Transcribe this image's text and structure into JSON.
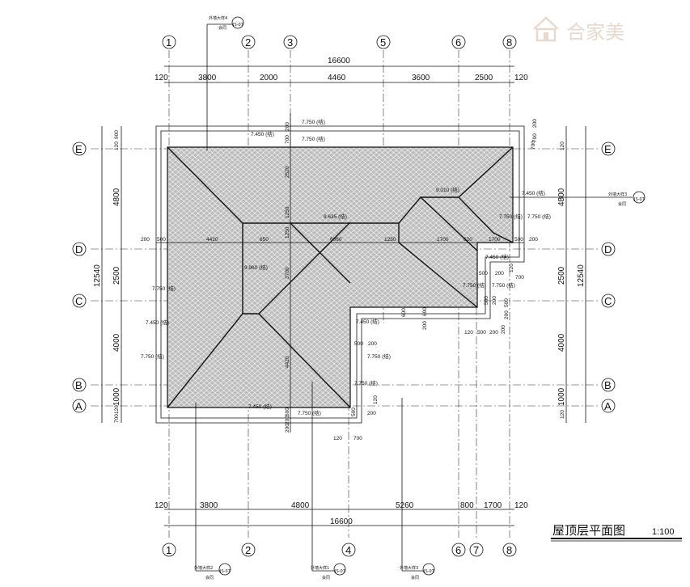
{
  "brand": {
    "name": "合家美"
  },
  "drawing": {
    "title": "屋顶层平面图",
    "scale": "1:100"
  },
  "axes": {
    "top_cols": [
      "1",
      "2",
      "3",
      "5",
      "6",
      "8"
    ],
    "bottom_cols": [
      "1",
      "2",
      "4",
      "6",
      "7",
      "8"
    ],
    "rows": [
      "E",
      "D",
      "C",
      "B",
      "A"
    ]
  },
  "dims": {
    "top_total": "16600",
    "top_segments": [
      "120",
      "3800",
      "2000",
      "4460",
      "3600",
      "2500",
      "120"
    ],
    "bottom_total": "16600",
    "bottom_segments": [
      "120",
      "3800",
      "4800",
      "5260",
      "800",
      "1700",
      "120"
    ],
    "left_total": "12540",
    "left_segments": [
      "900",
      "120",
      "4800",
      "2500",
      "4000",
      "1000",
      "120",
      "700"
    ],
    "right_total": "12540",
    "right_segments": [
      "200",
      "700",
      "120",
      "4800",
      "2500",
      "4000",
      "1000",
      "120"
    ],
    "inner_d_row": [
      "200",
      "500",
      "4420",
      "650",
      "6060",
      "1250",
      "1700",
      "620",
      "1700",
      "500",
      "200"
    ],
    "center_vertical": [
      "200",
      "700",
      "2520",
      "1250",
      "1250",
      "3700",
      "4420",
      "500",
      "200"
    ],
    "misc": [
      "500",
      "200",
      "500",
      "200",
      "120",
      "700",
      "500",
      "200",
      "600",
      "200",
      "700",
      "500",
      "200",
      "120",
      "500",
      "200",
      "200",
      "120",
      "200",
      "200",
      "120",
      "500",
      "700",
      "600"
    ]
  },
  "elevations": {
    "ridge_top_1": "7.750 (结)",
    "ridge_top_2": "7.750 (结)",
    "eave_top": "7.450 (结)",
    "ridge_mid": "9.635 (结)",
    "ridge_right": "9.010 (结)",
    "ridge_left": "9.960 (结)",
    "right_1": "7.450 (结)",
    "right_2": "7.750 (结)",
    "right_3": "7.750 (结)",
    "right_4": "7.450 (结)",
    "right_5": "7.750 (结)",
    "right_6": "7.750 (结)",
    "left_1": "7.750 (结)",
    "left_2": "7.450 (结)",
    "left_3": "7.750 (结)",
    "mid_1": "7.450 (结)",
    "mid_2": "7.750 (结)",
    "mid_3": "7.750 (结)",
    "bottom_1": "7.450 (结)",
    "bottom_2": "7.750 (结)"
  },
  "callouts": {
    "top": {
      "label": "外墙大样4",
      "sub": "会同",
      "ref": "JS-07"
    },
    "right": {
      "label": "外墙大样3",
      "sub": "会同",
      "ref": "JS-07"
    },
    "bottom_1": {
      "label": "外墙大样2",
      "sub": "会同",
      "ref": "JS-07"
    },
    "bottom_2": {
      "label": "外墙大样1",
      "sub": "会同",
      "ref": "JS-07"
    },
    "bottom_3": {
      "label": "外墙大样3",
      "sub": "会同",
      "ref": "JS-07"
    }
  }
}
